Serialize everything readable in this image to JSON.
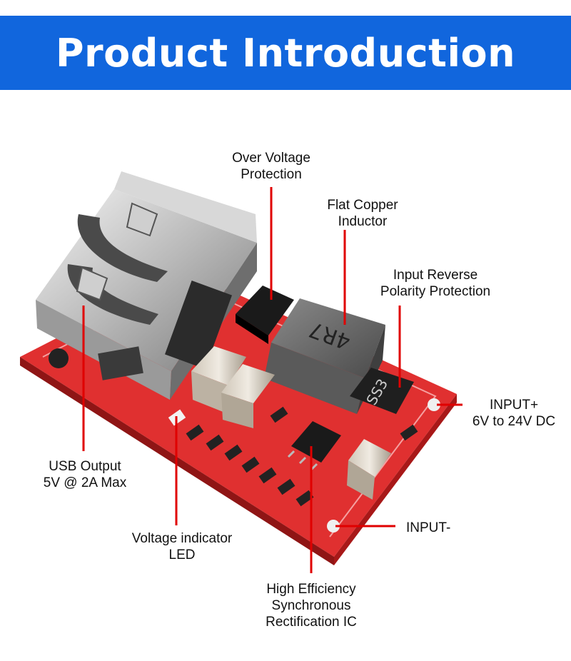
{
  "banner": {
    "title": "Product Introduction",
    "color": "#1166dd"
  },
  "board": {
    "inductor_marking": "4R7",
    "diode_marking": "SS3"
  },
  "callouts": {
    "over_voltage": {
      "line1": "Over Voltage",
      "line2": "Protection"
    },
    "inductor": {
      "line1": "Flat Copper",
      "line2": "Inductor"
    },
    "reverse_polarity": {
      "line1": "Input Reverse",
      "line2": "Polarity Protection"
    },
    "input_plus": {
      "line1": "INPUT+",
      "line2": "6V to 24V DC"
    },
    "usb_output": {
      "line1": "USB Output",
      "line2": "5V @ 2A Max"
    },
    "indicator_led": {
      "line1": "Voltage indicator",
      "line2": "LED"
    },
    "input_minus": {
      "line1": "INPUT-"
    },
    "sync_ic": {
      "line1": "High Efficiency",
      "line2": "Synchronous",
      "line3": "Rectification IC"
    }
  },
  "colors": {
    "pcb": "#d81e1e",
    "leader": "#e00000"
  }
}
